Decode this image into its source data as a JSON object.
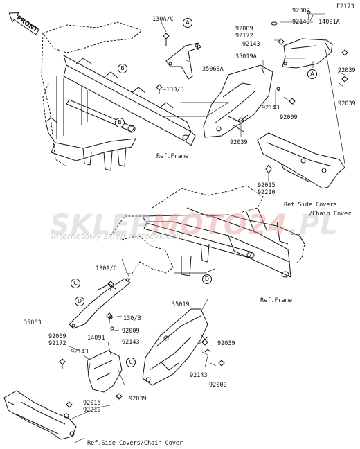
{
  "figure_code": "F2173",
  "direction_label": "FRONT",
  "watermark": {
    "brand_gray": "SKLEP",
    "brand_red": "MOTO24",
    "domain": ".PL",
    "subtitle": "internetowy sklep motocyklowy"
  },
  "colors": {
    "line": "#111111",
    "watermark_gray": "#c7c7c7",
    "watermark_red": "#e89a9a"
  },
  "callouts": {
    "A": "A",
    "B": "B",
    "C": "C",
    "D": "D"
  },
  "top_diagram": {
    "part_130AC": "130A/C",
    "part_35063A": "35063A",
    "part_130B": "130/B",
    "part_35019A": "35019A",
    "part_92009_a": "92009",
    "part_92009_b": "92009",
    "part_92172_b": "92172",
    "part_92143_a": "92143",
    "part_92143_b": "92143",
    "part_14091A": "14091A",
    "part_92039_a": "92039",
    "part_92039_b": "92039",
    "part_92143_c": "92143",
    "part_92009_c": "92009",
    "part_92039_c": "92039",
    "part_92015": "92015",
    "part_92210": "92210",
    "ref_frame": "Ref.Frame",
    "ref_side_covers": "Ref.Side Covers",
    "ref_chain_cover": "/Chain Cover"
  },
  "bottom_diagram": {
    "part_130AC": "130A/C",
    "part_35063": "35063",
    "part_130B": "130/B",
    "part_35019": "35019",
    "part_92009_a": "92009",
    "part_92143_a": "92143",
    "part_14091": "14091",
    "part_92009_b": "92009",
    "part_92172": "92172",
    "part_92143_b": "92143",
    "part_92039_a": "92039",
    "part_92143_c": "92143",
    "part_92009_c": "92009",
    "part_92039_b": "92039",
    "part_92015": "92015",
    "part_92210": "92210",
    "ref_frame": "Ref.Frame",
    "ref_side_covers": "Ref.Side Covers/Chain Cover"
  }
}
